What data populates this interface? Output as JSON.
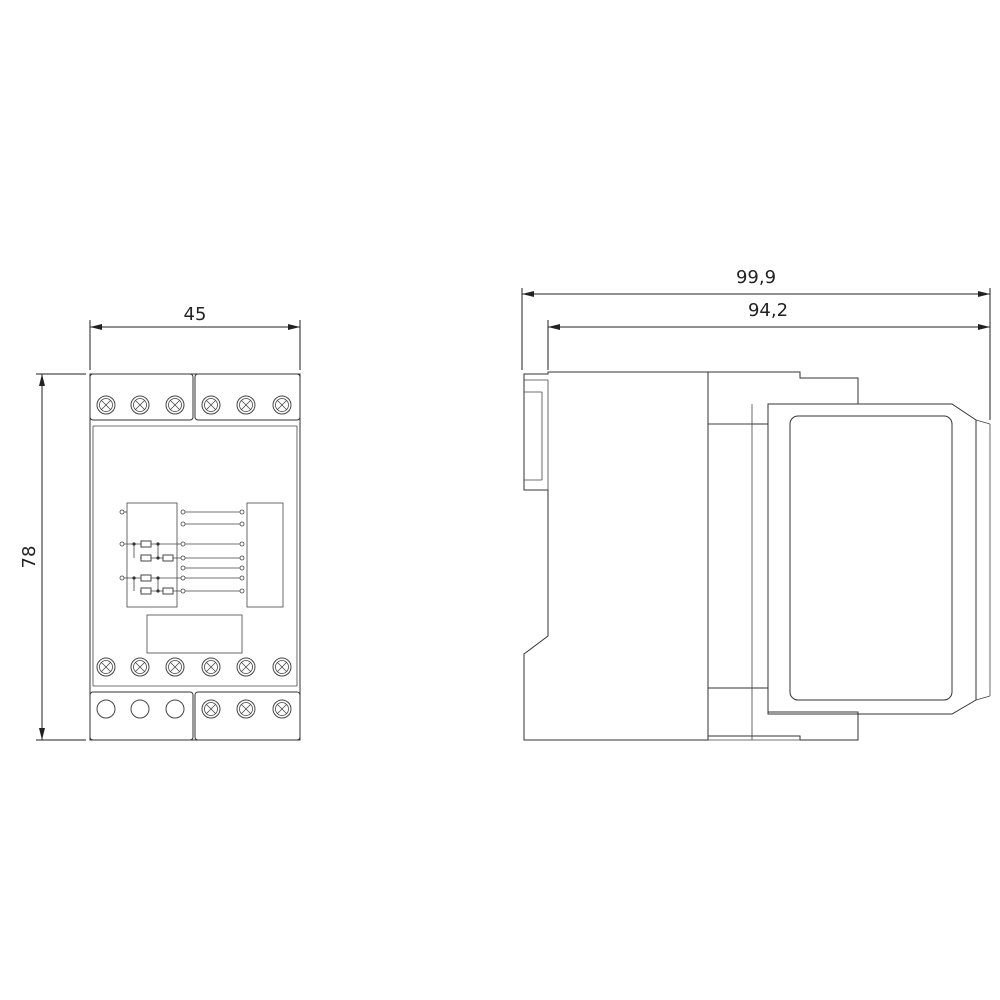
{
  "dimensions": {
    "front_width": "45",
    "front_height": "78",
    "side_overall_depth": "99,9",
    "side_body_depth": "94,2"
  }
}
